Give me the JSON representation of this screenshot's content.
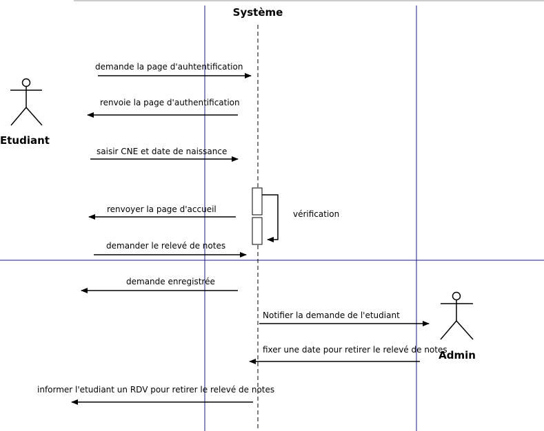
{
  "system_title": "Système",
  "actors": {
    "student": "Etudiant",
    "admin": "Admin"
  },
  "self_message": "vérification",
  "messages": [
    "demande la page d'auhtentification",
    "renvoie la page d'authentification",
    "saisir CNE et date de naissance",
    "renvoyer la page d'accueil",
    "demander le relevé de notes",
    "demande enregistrée",
    "Notifier  la demande de l'etudiant",
    "fixer une date pour retirer le relevé de notes",
    "informer l'etudiant un RDV pour retirer le relevé de notes"
  ],
  "colors": {
    "frame_line": "#1a1a80",
    "ink": "#000000"
  }
}
